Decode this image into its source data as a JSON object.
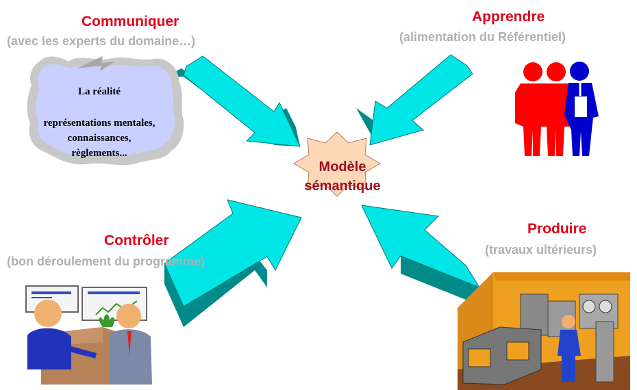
{
  "center": {
    "line1": "Modèle",
    "line2": "sémantique"
  },
  "corners": {
    "top_left": {
      "title": "Communiquer",
      "subtitle": "(avec les experts du domaine…)"
    },
    "top_right": {
      "title": "Apprendre",
      "subtitle": "(alimentation du Référentiel)"
    },
    "bottom_left": {
      "title": "Contrôler",
      "subtitle": "(bon déroulement du programme)"
    },
    "bottom_right": {
      "title": "Produire",
      "subtitle": "(travaux ultérieurs)"
    }
  },
  "cloud": {
    "heading": "La réalité",
    "lines": [
      "représentations mentales,",
      "connaissances,",
      "règlements..."
    ]
  },
  "colors": {
    "title_red": "#e3001b",
    "subtitle_gray": "#b0b0b0",
    "arrow_cyan": "#00e5e5",
    "arrow_shade": "#008a8a",
    "star_fill": "#fdd8b8",
    "center_text": "#9b1020",
    "people_red": "#ff0000",
    "people_blue": "#0000cc"
  }
}
